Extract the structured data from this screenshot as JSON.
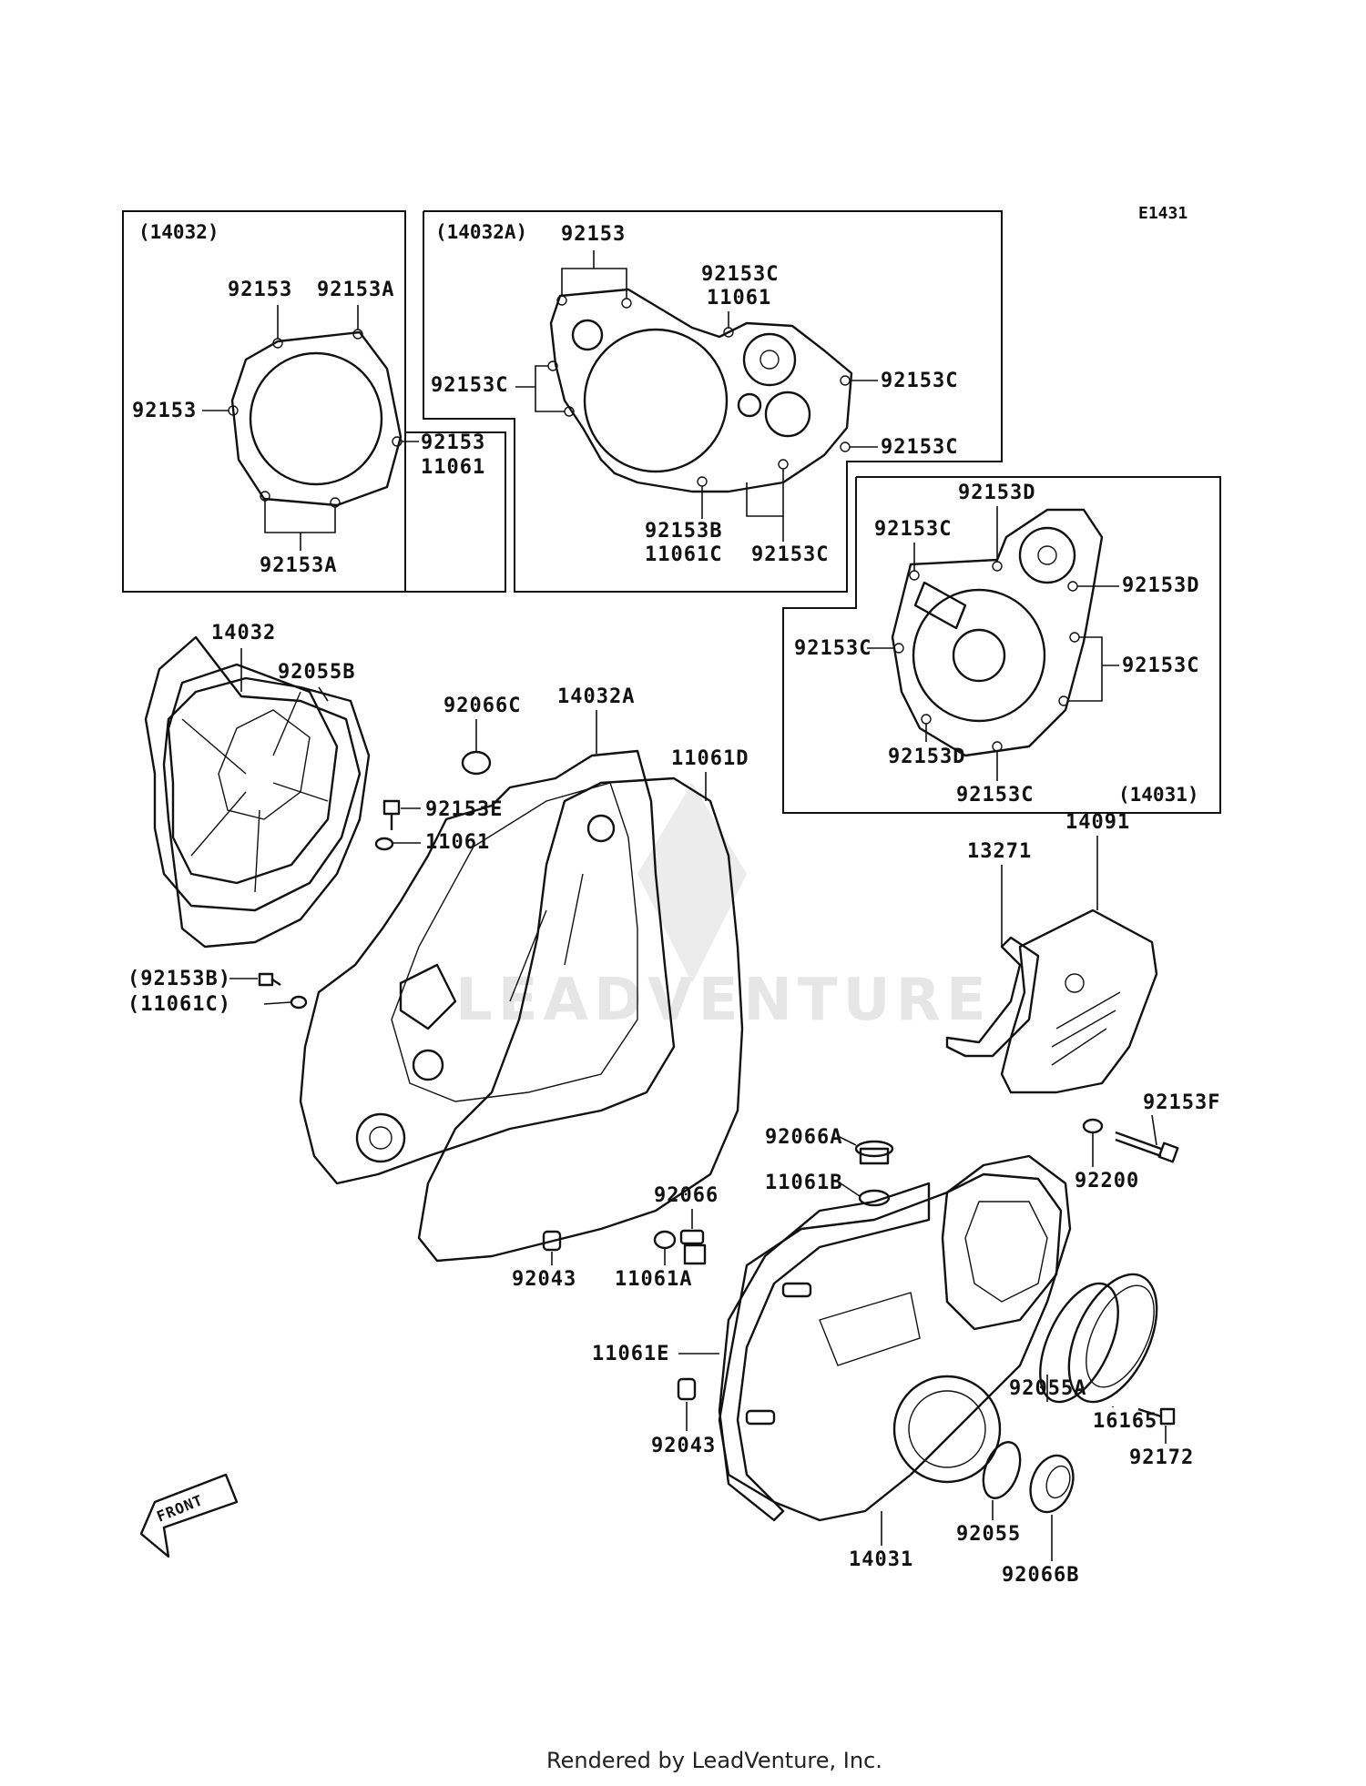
{
  "diagram": {
    "ref_code": "E1431",
    "watermark_text": "LEADVENTURE",
    "footer": "Rendered by LeadVenture, Inc.",
    "front_label": "FRONT"
  },
  "inset_boxes": [
    {
      "id": "box1",
      "title": "(14032)"
    },
    {
      "id": "box2",
      "title": "(14032A)"
    },
    {
      "id": "box3",
      "title": "(14031)"
    }
  ],
  "labels": {
    "b1_92153_top": "92153",
    "b1_92153A_top": "92153A",
    "b1_92153_left": "92153",
    "b1_92153_right": "92153",
    "b1_11061_right": "11061",
    "b1_92153A_bottom": "92153A",
    "b2_92153_top": "92153",
    "b2_92153C_top": "92153C",
    "b2_11061_top": "11061",
    "b2_92153C_left": "92153C",
    "b2_92153C_right1": "92153C",
    "b2_92153C_right2": "92153C",
    "b2_92153B": "92153B",
    "b2_11061C": "11061C",
    "b2_92153C_bottom": "92153C",
    "b3_92153D_top": "92153D",
    "b3_92153C_topleft": "92153C",
    "b3_92153D_right": "92153D",
    "b3_92153C_left": "92153C",
    "b3_92153C_right": "92153C",
    "b3_92153D_bottom": "92153D",
    "b3_92153C_bottom": "92153C",
    "p14032": "14032",
    "p92055B": "92055B",
    "p92066C": "92066C",
    "p14032A": "14032A",
    "p11061D": "11061D",
    "p92153E": "92153E",
    "p11061": "11061",
    "p92153B_paren": "(92153B)",
    "p11061C_paren": "(11061C)",
    "p13271": "13271",
    "p14091": "14091",
    "p92153F": "92153F",
    "p92200": "92200",
    "p92066A": "92066A",
    "p11061B": "11061B",
    "p92066": "92066",
    "p92043_a": "92043",
    "p11061A": "11061A",
    "p11061E": "11061E",
    "p92043_b": "92043",
    "p92055A": "92055A",
    "p16165": "16165",
    "p92172": "92172",
    "p92055": "92055",
    "p92066B": "92066B",
    "p14031": "14031"
  }
}
